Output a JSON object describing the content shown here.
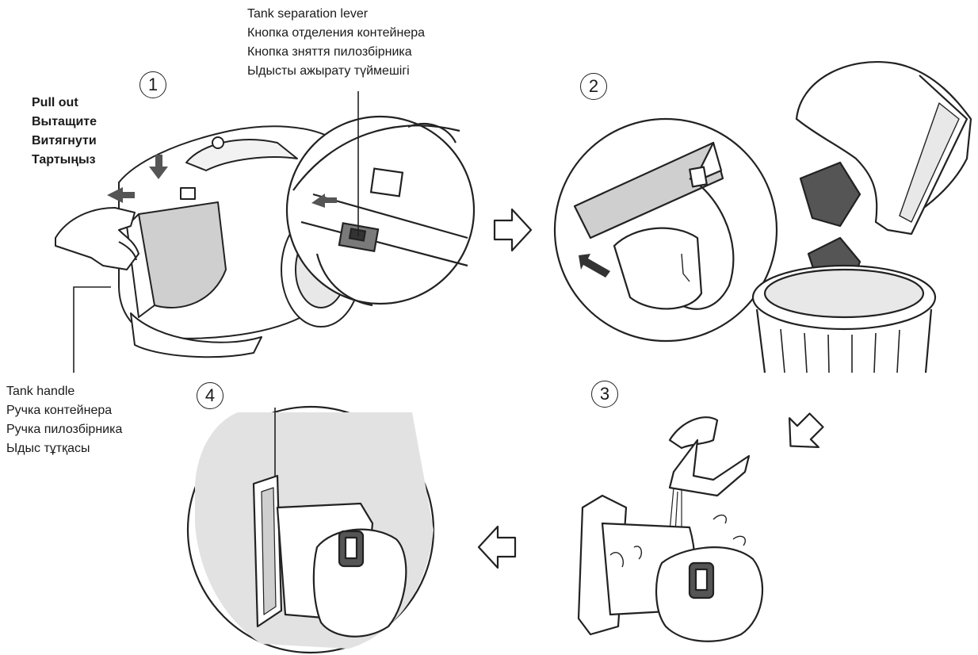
{
  "steps": [
    {
      "number": "1"
    },
    {
      "number": "2"
    },
    {
      "number": "3"
    },
    {
      "number": "4"
    }
  ],
  "labels": {
    "separation_lever": [
      "Tank separation lever",
      "Кнопка отделения контейнера",
      "Кнопка зняття пилозбірника",
      "Ыдысты ажырату түймешігі"
    ],
    "pull_out": [
      "Pull out",
      "Вытащите",
      "Витягнути",
      "Тартыңыз"
    ],
    "tank_handle": [
      "Tank handle",
      "Ручка контейнера",
      "Ручка пилозбірника",
      "Ыдыс тұтқасы"
    ]
  },
  "colors": {
    "line": "#222222",
    "shade": "#cfcfcf",
    "light_shade": "#e8e8e8",
    "dark_fill": "#555555"
  },
  "icons": {
    "flow_arrow": "hollow-block-arrow",
    "push_arrow": "solid-arrow"
  }
}
